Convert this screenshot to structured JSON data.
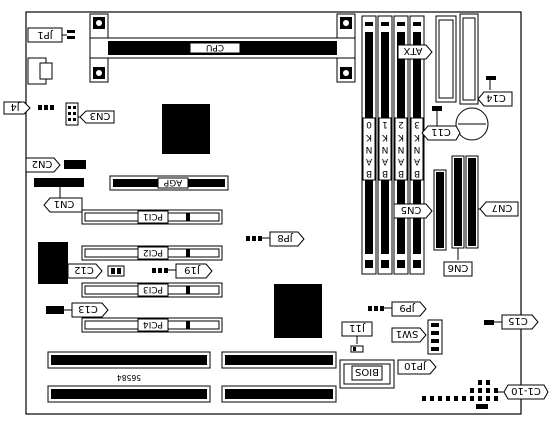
{
  "board_id": "56584",
  "labels": {
    "jp1": "JP1",
    "j4": "J4",
    "cn3": "CN3",
    "cn2": "CN2",
    "cn1": "CN1",
    "cpu": "CPU",
    "agp": "AGP",
    "pci1": "PCI1",
    "pci2": "PCI2",
    "pci3": "PCI3",
    "pci4": "PCI4",
    "c12": "C12",
    "c13": "C13",
    "j19": "J19",
    "jp8": "JP8",
    "jp9": "JP9",
    "j11": "J11",
    "sw1": "SW1",
    "jp10": "JP10",
    "bios": "BIOS",
    "c15": "C15",
    "c110": "C1-10",
    "cn5": "CN5",
    "cn6": "CN6",
    "cn7": "CN7",
    "atx": "ATX",
    "c14": "C14",
    "c11": "C11",
    "bank_letters": [
      "B",
      "A",
      "N",
      "K"
    ],
    "bank_numbers": [
      "0",
      "1",
      "2",
      "3"
    ]
  }
}
